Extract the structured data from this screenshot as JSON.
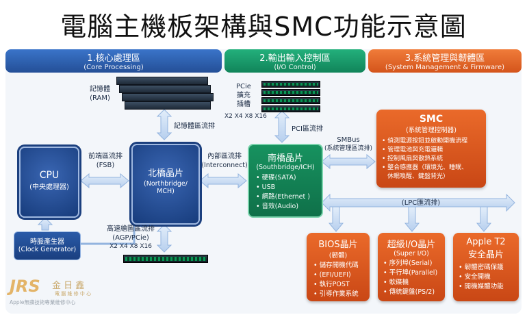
{
  "title": "電腦主機板架構與SMC功能示意圖",
  "sections": [
    {
      "title": "1.核心處理區",
      "subtitle": "(Core Processing)"
    },
    {
      "title": "2.輸出輸入控制區",
      "subtitle": "(I/O Control)"
    },
    {
      "title": "3.系統管理與韌體區",
      "subtitle": "(System Management & Firmware)"
    }
  ],
  "ram": {
    "name": "記憶體",
    "en": "(RAM)"
  },
  "pcie": {
    "l1": "PCie",
    "l2": "擴充",
    "l3": "插槽",
    "widths": "X2 X4 X8 X16"
  },
  "cpu": {
    "name": "CPU",
    "en": "(中央處理器)"
  },
  "clock": {
    "name": "時脈產生器",
    "en": "(Clock Generator)"
  },
  "northbridge": {
    "name": "北橋晶片",
    "en1": "(Northbridge/",
    "en2": "MCH)"
  },
  "southbridge": {
    "name": "南橋晶片",
    "en": "(Southbridge/ICH)",
    "items": [
      "硬碟(SATA)",
      "USB",
      "網路(Ethernet )",
      "音效(Audio)"
    ]
  },
  "buses": {
    "memory": "記憶體區流排",
    "fsb": "前端區流排",
    "fsb_en": "(FSB)",
    "internal": "內部區流排",
    "internal_en": "(Interconnect)",
    "pci": "PCI區流排",
    "smbus": "SMBus",
    "smbus_en": "(系統管理區流排)",
    "lpc": "(LPC匯流排)",
    "agp": "高速繪圖區流排",
    "agp_en": "(AGP/PCie)",
    "agp_widths": "X2 X4 X8 X16"
  },
  "smc": {
    "name": "SMC",
    "en": "(系統管理控制器)",
    "items": [
      "偵測電源按鈕並啟動開機流程",
      "管理電池與充電邏輯",
      "控制風扇與散熱系統",
      "整合感應器（環境光、睡眠、",
      "休眠喚醒、鍵盤背光）"
    ]
  },
  "bios": {
    "name": "BIOS晶片",
    "en": "(韌體)",
    "items": [
      "儲存開機代碼",
      "(EFI/UEFI)",
      "執行POST",
      "引導作業系統"
    ]
  },
  "superio": {
    "name": "超級I/O晶片",
    "en": "(Super I/O)",
    "items": [
      "序列埠(Serial)",
      "平行埠(Parallel)",
      "軟碟機",
      "傳統鍵盤(PS/2)"
    ]
  },
  "applet2": {
    "name1": "Apple T2",
    "name2": "安全晶片",
    "items": [
      "韌體密碼保護",
      "安全開機",
      "開機媒體功能"
    ]
  },
  "logo": {
    "mark": "JRS",
    "cn": "金 日 鑫",
    "sub": "電 腦 維 修 中 心",
    "caption": "Apple無蘋技術專業維修中心"
  },
  "colors": {
    "core": "#2a5aa8",
    "io": "#14915e",
    "system": "#e0622a",
    "arrow": "#c9dcf3"
  }
}
